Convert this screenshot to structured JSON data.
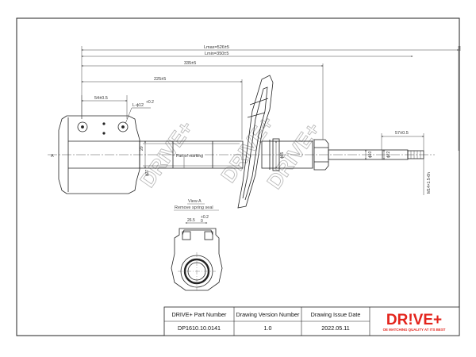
{
  "drawing": {
    "dimensions": {
      "lmax": "Lmax=526±5",
      "lmin": "Lmin=350±5",
      "d335": "335±5",
      "d225": "225±5",
      "d54": "54±0.5",
      "phi12": "L-ɸ12",
      "phi12_tol": "+0.2",
      "d57": "57±0.5",
      "thread": "M14×1.5-6h",
      "d27": "ɸ27",
      "d10": "ɸ10",
      "d22": "ɸ22",
      "d65": "ɸ65",
      "d20": "20",
      "d26": "26.5",
      "d26_tol": "+0.2",
      "d26_tol2": "0"
    },
    "labels": {
      "axis_a": "A",
      "part_marking": "Part of marking",
      "view_a": "View A",
      "remove_seal": "Remove spring seal"
    },
    "watermark": "DRIVE+"
  },
  "title_block": {
    "headers": [
      "DRIVE+ Part Number",
      "Drawing Version  Number",
      "Drawing Issue Date"
    ],
    "values": [
      "DP1610.10.0141",
      "1.0",
      "2022.05.11"
    ]
  },
  "logo": {
    "text": "DR!VE+",
    "tagline": "OE MATCHING QUALITY AT ITS BEST",
    "color": "#e3241c"
  }
}
